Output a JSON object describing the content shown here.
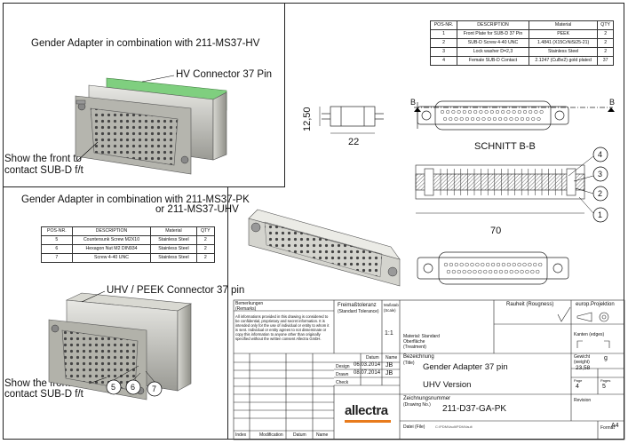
{
  "view1": {
    "title": "Gender Adapter in combination with 211-MS37-HV",
    "connector_label": "HV Connector 37 Pin",
    "front_label_1": "Show the front to",
    "front_label_2": "contact SUB-D f/t"
  },
  "view2": {
    "title_1": "Gender Adapter in combination with 211-MS37-PK",
    "title_2": "or 211-MS37-UHV",
    "connector_label": "UHV / PEEK Connector 37 pin",
    "front_label_1": "Show the front to",
    "front_label_2": "contact SUB-D f/t",
    "callouts": [
      "5",
      "6",
      "7"
    ]
  },
  "bom_top": {
    "headers": [
      "POS-NR.",
      "DESCRIPTION",
      "Material",
      "QTY"
    ],
    "rows": [
      [
        "1",
        "Front Plate for SUB-D 37 Pin",
        "PEEK",
        "2"
      ],
      [
        "2",
        "SUB-D Screw 4-40 UNC",
        "1.4841 (X15CrNiSi25-21)",
        "2"
      ],
      [
        "3",
        "Lock washer D=2,3",
        "Stainless Steel",
        "2"
      ],
      [
        "4",
        "Female SUB-D Contact",
        "2.1247 (CuBe2) gold plated",
        "37"
      ]
    ]
  },
  "bom_bottom": {
    "headers": [
      "POS-NR.",
      "DESCRIPTION",
      "Material",
      "QTY"
    ],
    "rows": [
      [
        "5",
        "Countersunk Screw M2X10",
        "Stainless Steel",
        "2"
      ],
      [
        "6",
        "Hexagon Nut M2 DIN934",
        "Stainless Steel",
        "2"
      ],
      [
        "7",
        "Screw 4-40 UNC",
        "Stainless Steel",
        "2"
      ]
    ]
  },
  "drawing": {
    "dim_height": "12,50",
    "dim_depth": "22",
    "dim_width": "70",
    "section_label": "SCHNITT B-B",
    "section_mark": "B",
    "callouts": [
      "4",
      "3",
      "2",
      "1"
    ]
  },
  "title_block": {
    "remarks_label": "Bemerkungen",
    "remarks_label_en": "(Remarks)",
    "notice": "All informations provided in this drawing is considered to be confidential, proprietary and secret information. It is intended only for the use of individual or entity to whom it is sent. Individual or entity agrees to not disseminate or copy this information to anyone other than originally specified without the written consent Allectra GmbH.",
    "tolerance_label": "Freimaßtoleranz",
    "tolerance_label_en": "(Standard Tolerance)",
    "scale_label": "Maßstab",
    "scale_label_en": "(Scale)",
    "scale_value": "1:1",
    "material_label": "Material: Standard",
    "surface_label": "Oberfläche",
    "treatment_label": "(Treatment)",
    "roughness_label": "Rauheit (Rougness)",
    "projection_label": "europ.Projektion",
    "edges_label": "Kanten (edges)",
    "weight_label": "Gewicht",
    "weight_label_en": "(weight)",
    "weight_unit": "g",
    "weight_value": "23,58",
    "page_label": "Page",
    "pages_label": "Pages",
    "page_value": "4",
    "pages_value": "5",
    "date_header": "Datum",
    "name_header": "Name",
    "design_label": "Design",
    "design_date": "06.03.2014",
    "design_name": "JB",
    "drawn_label": "Drawn",
    "drawn_date": "08.07.2014",
    "drawn_name": "JB",
    "check_label": "Check",
    "designation_label": "Bezeichnung",
    "designation_label_en": "(Title)",
    "title_line1": "Gender Adapter 37 pin",
    "title_line2": "UHV Version",
    "drawing_no_label": "Zeichnungsnummer",
    "drawing_no_label_en": "(Drawing No.)",
    "drawing_no": "211-D37-GA-PK",
    "revision_label": "Revision",
    "file_label": "Datei (File)",
    "file_value": "C:\\PDMVault\\PDMVault",
    "format_label": "Format",
    "format_value": "A4",
    "index_label": "Index",
    "modification_label": "Modification",
    "datum_label": "Datum",
    "name_label": "Name",
    "logo": "allectra"
  }
}
